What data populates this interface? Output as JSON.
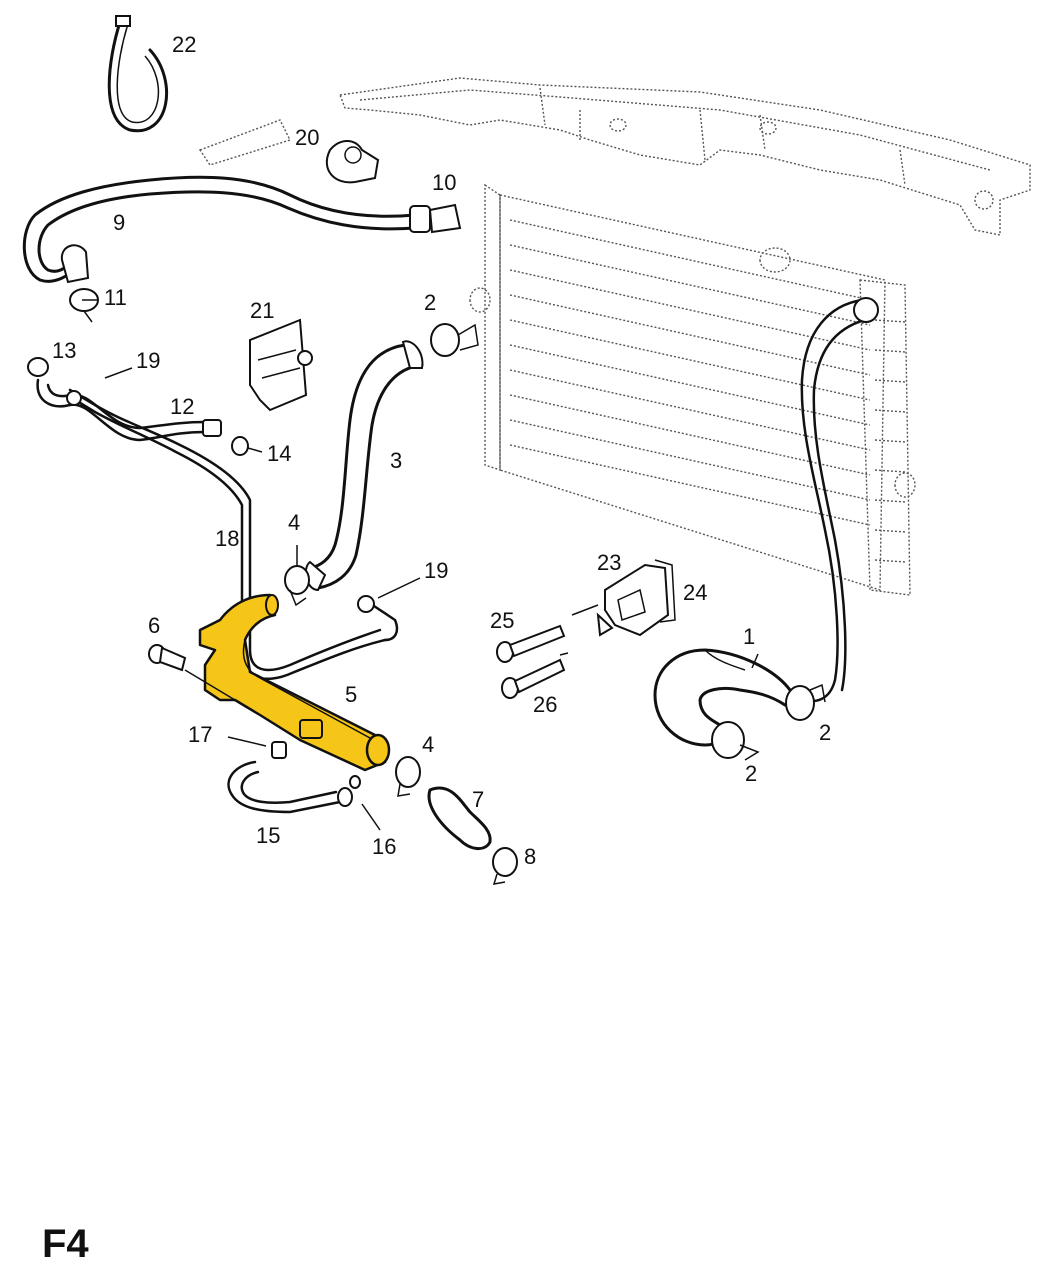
{
  "figure_label": "F4",
  "highlight_color": "#F5C518",
  "callouts": {
    "c1": "1",
    "c2a": "2",
    "c2b": "2",
    "c2c": "2",
    "c3": "3",
    "c4a": "4",
    "c4b": "4",
    "c5": "5",
    "c6": "6",
    "c7": "7",
    "c8": "8",
    "c9": "9",
    "c10": "10",
    "c11": "11",
    "c12": "12",
    "c13": "13",
    "c14": "14",
    "c15": "15",
    "c16": "16",
    "c17": "17",
    "c18": "18",
    "c19a": "19",
    "c19b": "19",
    "c20": "20",
    "c21": "21",
    "c22": "22",
    "c23": "23",
    "c24": "24",
    "c25": "25",
    "c26": "26"
  }
}
